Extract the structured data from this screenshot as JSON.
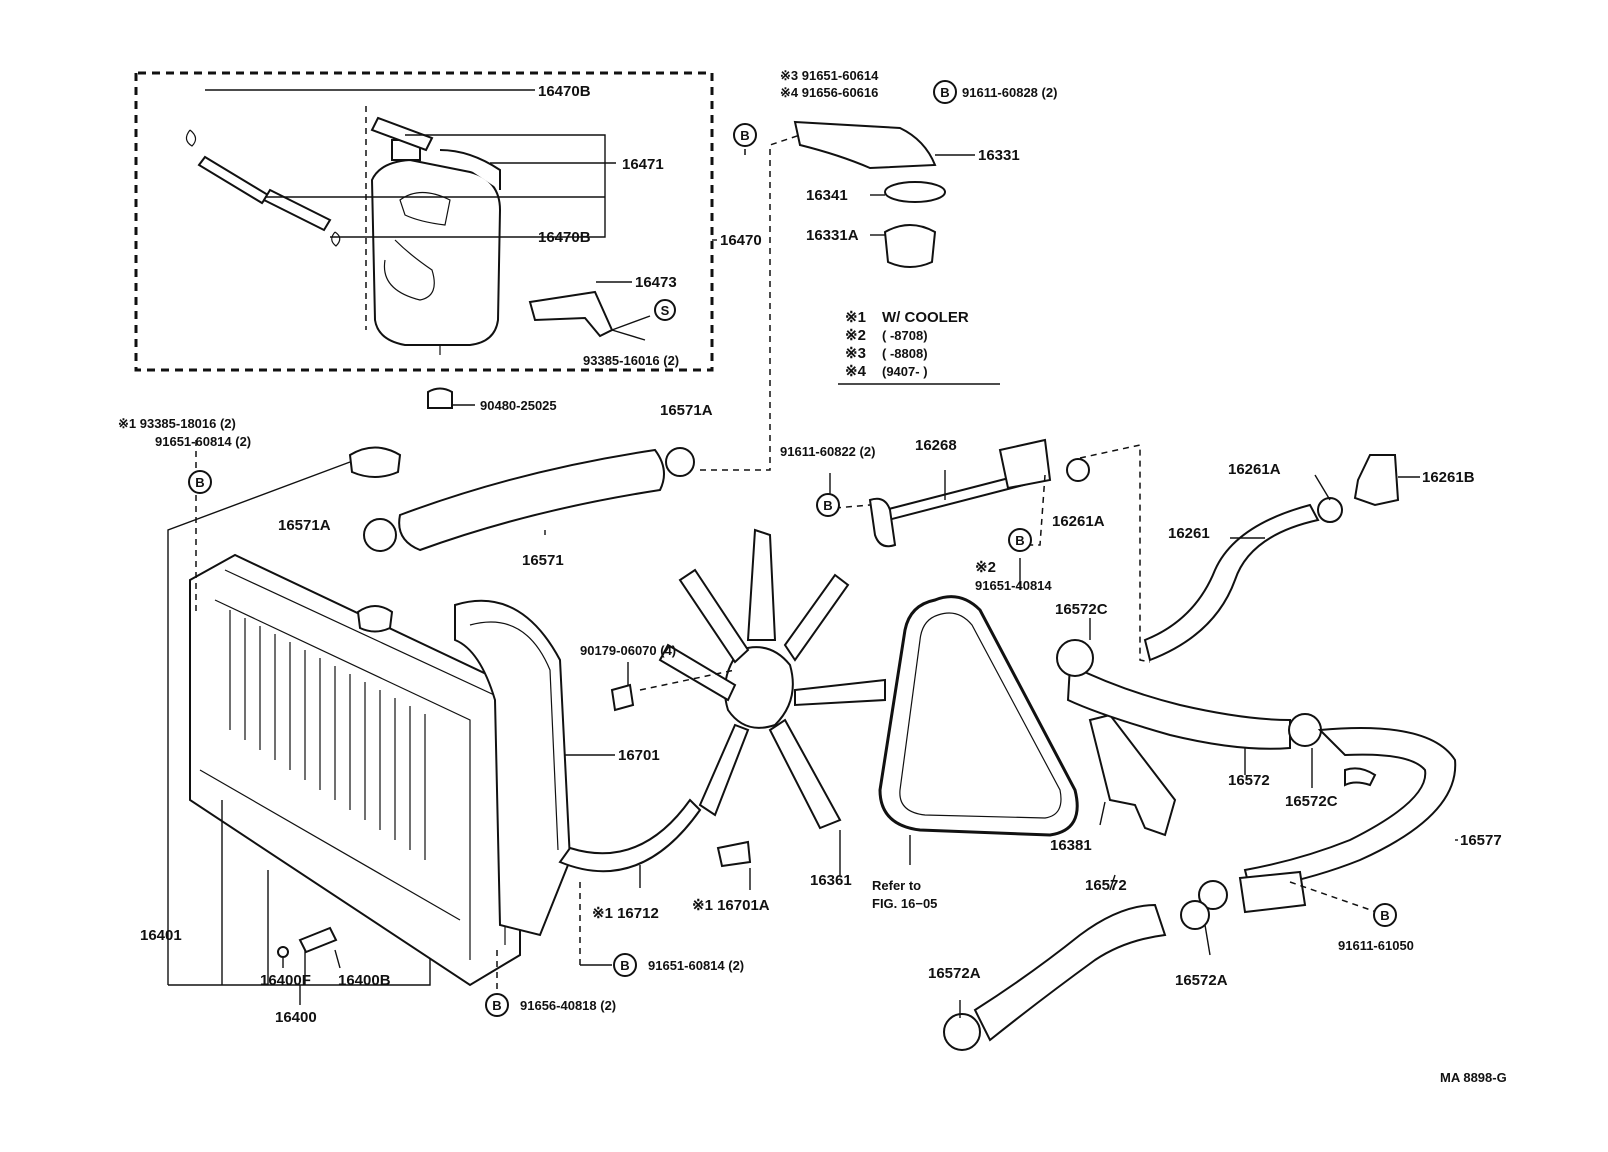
{
  "labels": {
    "p16470B_top": "16470B",
    "p16471": "16471",
    "p16470B_bot": "16470B",
    "p16470": "16470",
    "p16473": "16473",
    "p93385_16016": "93385-16016 (2)",
    "p90480": "90480-25025",
    "n1_note_a": "※1  93385-18016 (2)",
    "n1_note_b": "91651-60814 (2)",
    "p16571A_top": "16571A",
    "p16571A_left": "16571A",
    "p16571": "16571",
    "n3_line": "※3  91651-60614",
    "n4_line": "※4  91656-60616",
    "p91611_60828": "91611-60828 (2)",
    "p16331": "16331",
    "p16341": "16341",
    "p16331A": "16331A",
    "legend_1": "W/ COOLER",
    "legend_2": "(        -8708)",
    "legend_3": "(        -8808)",
    "legend_4": "(9407-        )",
    "legend_k1": "※1",
    "legend_k2": "※2",
    "legend_k3": "※3",
    "legend_k4": "※4",
    "p91611_60822": "91611-60822 (2)",
    "p16268": "16268",
    "p16261A_mid": "16261A",
    "n2_mark": "※2",
    "p91651_40814": "91651-40814",
    "p16261A_top": "16261A",
    "p16261B": "16261B",
    "p16261": "16261",
    "p16572C_top": "16572C",
    "p16572_mid": "16572",
    "p16572C_bot": "16572C",
    "p16577": "16577",
    "p16381": "16381",
    "p16572_low": "16572",
    "p16572A_right": "16572A",
    "p16572A_left": "16572A",
    "p91611_61050": "91611-61050",
    "p90179": "90179-06070 (4)",
    "p16701": "16701",
    "p16361": "16361",
    "refer_a": "Refer to",
    "refer_b": "FIG. 16−05",
    "p16712": "※1 16712",
    "p16701A": "※1 16701A",
    "p91651_60814": "91651-60814 (2)",
    "p91656_40818": "91656-40818 (2)",
    "p16401": "16401",
    "p16400F": "16400F",
    "p16400B": "16400B",
    "p16400": "16400",
    "fig_id": "MA 8898-G"
  },
  "markers": {
    "bolt": "B",
    "screw": "S"
  }
}
